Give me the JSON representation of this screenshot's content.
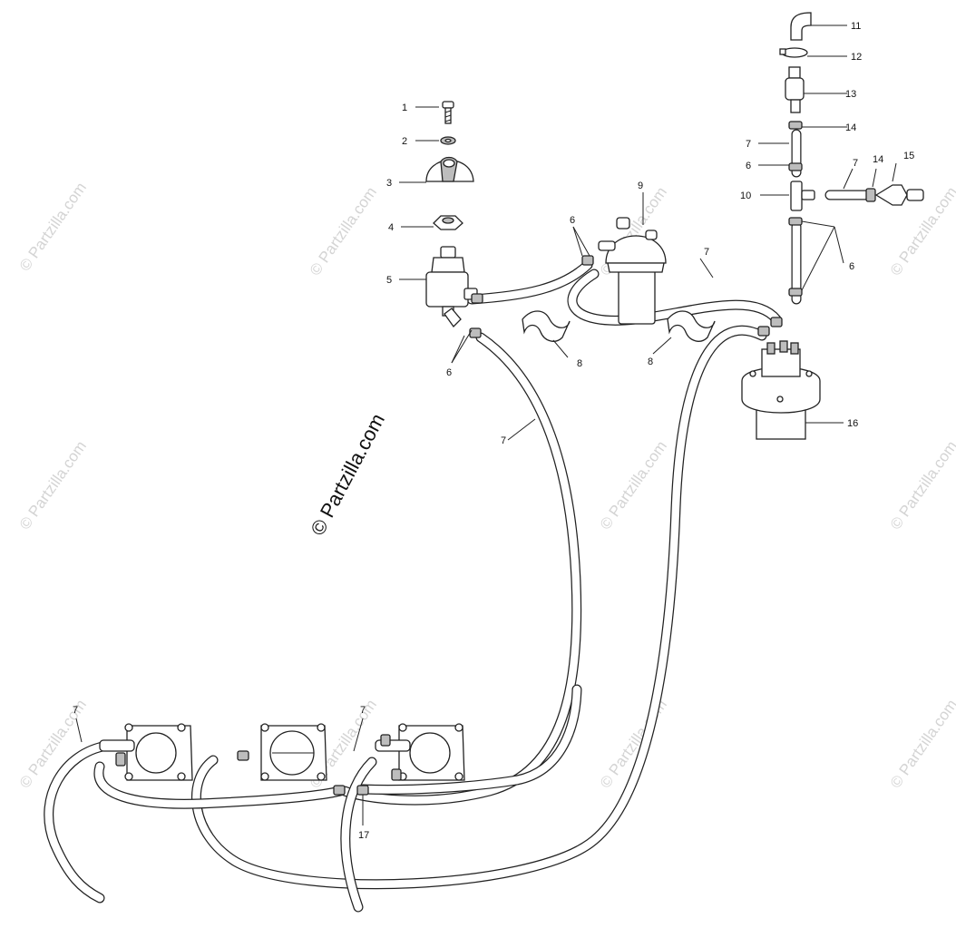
{
  "watermark": {
    "main_text": "© Partzilla.com",
    "tile_text": "© Partzilla.com"
  },
  "callouts": [
    {
      "id": "1",
      "text": "1"
    },
    {
      "id": "2",
      "text": "2"
    },
    {
      "id": "3",
      "text": "3"
    },
    {
      "id": "4",
      "text": "4"
    },
    {
      "id": "5",
      "text": "5"
    },
    {
      "id": "6a",
      "text": "6"
    },
    {
      "id": "6b",
      "text": "6"
    },
    {
      "id": "6c",
      "text": "6"
    },
    {
      "id": "6d",
      "text": "6"
    },
    {
      "id": "7a",
      "text": "7"
    },
    {
      "id": "7b",
      "text": "7"
    },
    {
      "id": "7c",
      "text": "7"
    },
    {
      "id": "7d",
      "text": "7"
    },
    {
      "id": "7e",
      "text": "7"
    },
    {
      "id": "7f",
      "text": "7"
    },
    {
      "id": "8a",
      "text": "8"
    },
    {
      "id": "8b",
      "text": "8"
    },
    {
      "id": "9",
      "text": "9"
    },
    {
      "id": "10",
      "text": "10"
    },
    {
      "id": "11",
      "text": "11"
    },
    {
      "id": "12",
      "text": "12"
    },
    {
      "id": "13",
      "text": "13"
    },
    {
      "id": "14a",
      "text": "14"
    },
    {
      "id": "14b",
      "text": "14"
    },
    {
      "id": "15",
      "text": "15"
    },
    {
      "id": "16",
      "text": "16"
    },
    {
      "id": "17",
      "text": "17"
    }
  ],
  "colors": {
    "line": "#222222",
    "watermark": "#d4d4d4",
    "background": "#ffffff"
  }
}
